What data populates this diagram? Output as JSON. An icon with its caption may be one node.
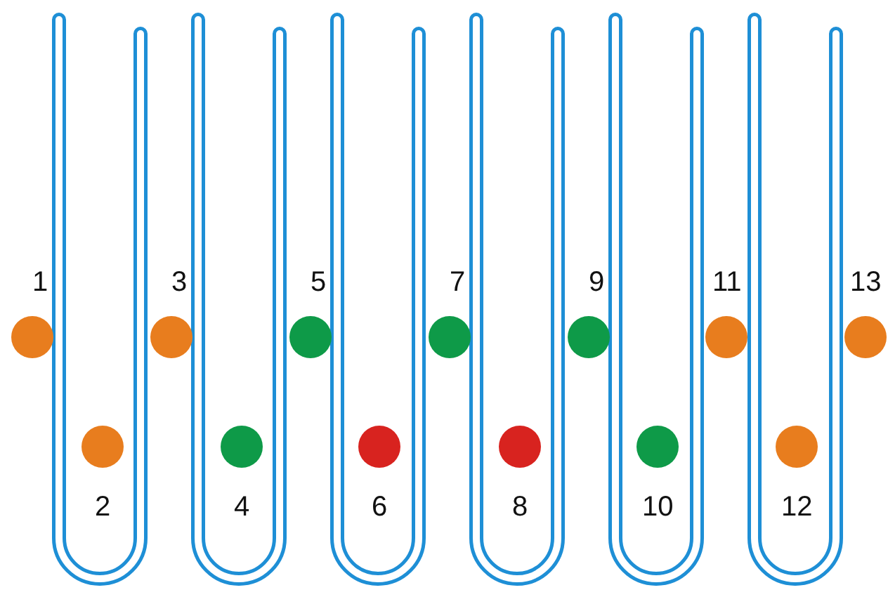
{
  "diagram": {
    "nodes": [
      {
        "text": [],
        "shape": "circle",
        "beside": [
          "1"
        ]
      },
      {
        "text": [],
        "shape": "circle",
        "beside": [
          "2"
        ]
      },
      {
        "text": [],
        "shape": "circle",
        "beside": [
          "3"
        ]
      },
      {
        "text": [],
        "shape": "circle",
        "beside": [
          "4"
        ]
      },
      {
        "text": [],
        "shape": "circle",
        "beside": [
          "5"
        ]
      },
      {
        "text": [],
        "shape": "circle",
        "beside": [
          "6"
        ]
      },
      {
        "text": [],
        "shape": "circle",
        "beside": [
          "7"
        ]
      },
      {
        "text": [],
        "shape": "circle",
        "beside": [
          "8"
        ]
      },
      {
        "text": [],
        "shape": "circle",
        "beside": [
          "9"
        ]
      },
      {
        "text": [],
        "shape": "circle",
        "beside": [
          "10"
        ]
      },
      {
        "text": [],
        "shape": "circle",
        "beside": [
          "11"
        ]
      },
      {
        "text": [],
        "shape": "circle",
        "beside": [
          "12"
        ]
      },
      {
        "text": [],
        "shape": "circle",
        "beside": [
          "13"
        ]
      }
    ]
  }
}
